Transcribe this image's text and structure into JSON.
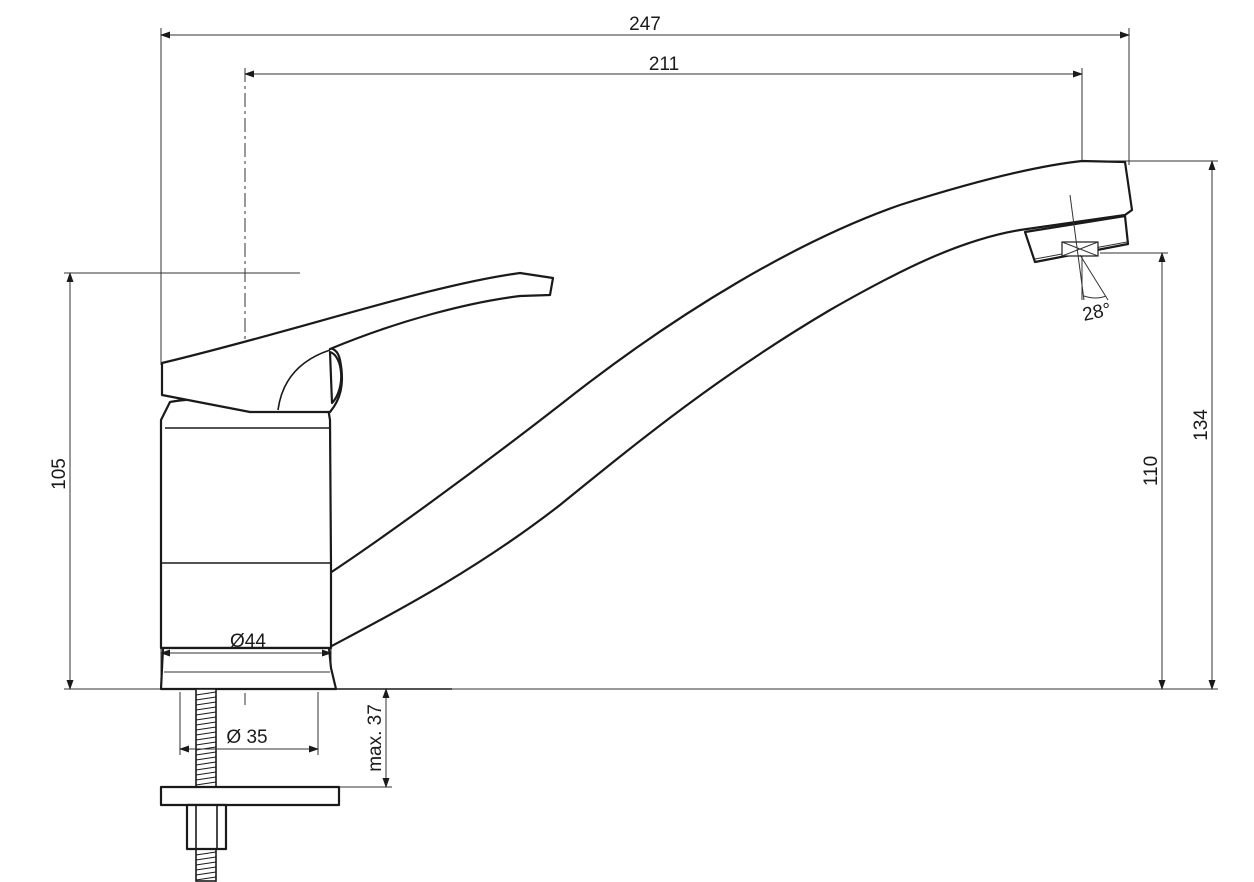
{
  "drawing": {
    "dimensions": {
      "overall_length": "247",
      "spout_reach": "211",
      "overall_height": "134",
      "outlet_height": "110",
      "lever_height": "105",
      "body_diameter": "Ø44",
      "hole_diameter": "Ø 35",
      "max_thickness": "max. 37",
      "outlet_angle": "28°"
    }
  }
}
